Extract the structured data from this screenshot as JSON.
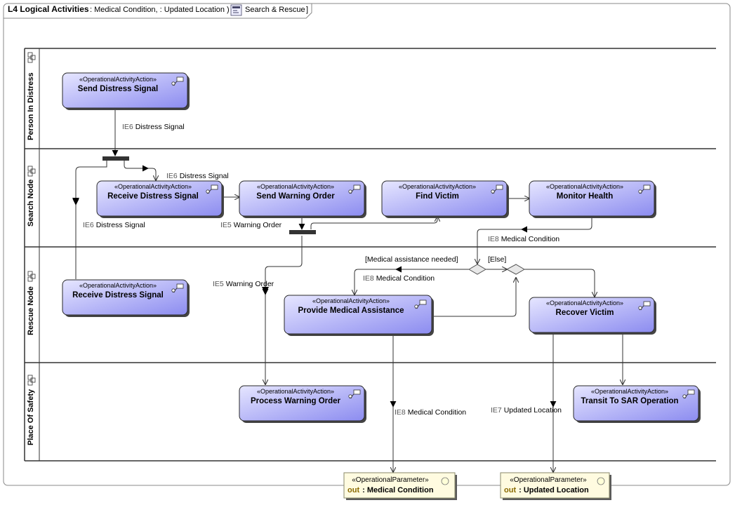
{
  "frame": {
    "kind_label": "L4 Logical Activities",
    "params_text": ": Medical Condition,  : Updated Location ) [",
    "diagram_name": "Search & Rescue",
    "close_bracket": "]",
    "icon": "activity-diagram-icon"
  },
  "lanes": [
    {
      "id": "person",
      "label": "Person In Distress"
    },
    {
      "id": "search",
      "label": "Search Node"
    },
    {
      "id": "rescue",
      "label": "Rescue Node"
    },
    {
      "id": "safety",
      "label": "Place Of Safety"
    }
  ],
  "actions": [
    {
      "id": "send_distress",
      "stereotype": "«OperationalActivityAction»",
      "name": "Send Distress Signal"
    },
    {
      "id": "receive_distress_search",
      "stereotype": "«OperationalActivityAction»",
      "name": "Receive Distress Signal"
    },
    {
      "id": "send_warning",
      "stereotype": "«OperationalActivityAction»",
      "name": "Send Warning Order"
    },
    {
      "id": "find_victim",
      "stereotype": "«OperationalActivityAction»",
      "name": "Find Victim"
    },
    {
      "id": "monitor_health",
      "stereotype": "«OperationalActivityAction»",
      "name": "Monitor Health"
    },
    {
      "id": "receive_distress_rescue",
      "stereotype": "«OperationalActivityAction»",
      "name": "Receive Distress Signal"
    },
    {
      "id": "provide_medical",
      "stereotype": "«OperationalActivityAction»",
      "name": "Provide Medical Assistance"
    },
    {
      "id": "recover_victim",
      "stereotype": "«OperationalActivityAction»",
      "name": "Recover Victim"
    },
    {
      "id": "process_warning",
      "stereotype": "«OperationalActivityAction»",
      "name": "Process Warning Order"
    },
    {
      "id": "transit_sar",
      "stereotype": "«OperationalActivityAction»",
      "name": "Transit To SAR Operation"
    }
  ],
  "flow_labels": [
    {
      "id": "f1",
      "code": "IE6",
      "text": "Distress Signal"
    },
    {
      "id": "f2",
      "code": "IE6",
      "text": "Distress Signal"
    },
    {
      "id": "f3",
      "code": "IE6",
      "text": "Distress Signal"
    },
    {
      "id": "f4",
      "code": "IE5",
      "text": "Warning Order"
    },
    {
      "id": "f5",
      "code": "IE8",
      "text": "Medical Condition"
    },
    {
      "id": "f6",
      "code": "IE5",
      "text": "Warning Order"
    },
    {
      "id": "f7",
      "code": "IE8",
      "text": "Medical Condition"
    },
    {
      "id": "f8",
      "code": "IE8",
      "text": "Medical Condition"
    },
    {
      "id": "f9",
      "code": "IE7",
      "text": "Updated Location"
    }
  ],
  "guards": {
    "medical_needed": "[Medical assistance needed]",
    "else": "[Else]"
  },
  "parameters": [
    {
      "id": "p1",
      "stereotype": "«OperationalParameter»",
      "direction": "out",
      "name": ": Medical Condition"
    },
    {
      "id": "p2",
      "stereotype": "«OperationalParameter»",
      "direction": "out",
      "name": ": Updated Location"
    }
  ],
  "colors": {
    "action_fill_start": "#d8d8fb",
    "action_fill_end": "#8f8ff0",
    "action_border": "#2a2a2a",
    "param_fill": "#fffbe0",
    "param_border": "#8a8a6a",
    "line": "#333333"
  }
}
